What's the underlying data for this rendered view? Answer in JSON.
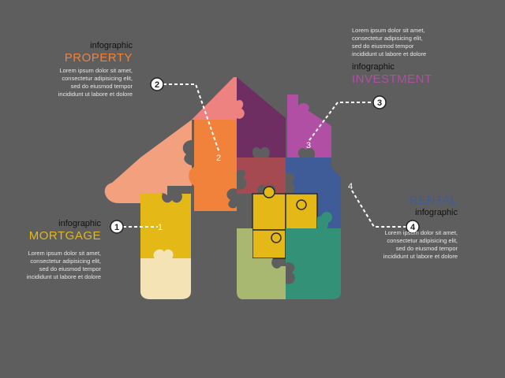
{
  "colors": {
    "background": "#5e5e5e",
    "property": "#f0823c",
    "investment": "#b04fa3",
    "rental": "#3f5c99",
    "mortgage": "#e4b817",
    "connector": "#ffffff"
  },
  "blocks": [
    {
      "id": "property",
      "small_label": "infographic",
      "title": "PROPERTY",
      "body": [
        "Lorem ipsum dolor sit amet,",
        "consectetur adipisicing elit,",
        "sed do eiusmod tempor",
        "incididunt ut labore et dolore"
      ]
    },
    {
      "id": "investment",
      "small_label": "infographic",
      "title": "INVESTMENT",
      "body": [
        "Lorem ipsum dolor sit amet,",
        "consectetur adipisicing elit,",
        "sed do eiusmod tempor",
        "incididunt ut labore et dolore"
      ]
    },
    {
      "id": "mortgage",
      "small_label": "infographic",
      "title": "MORTGAGE",
      "body": [
        "Lorem ipsum dolor sit amet,",
        "consectetur adipisicing elit,",
        "sed do eiusmod tempor",
        "incididunt ut labore et dolore"
      ]
    },
    {
      "id": "rental",
      "small_label": "infographic",
      "title": "RENTAL",
      "body": [
        "Lorem ipsum dolor sit amet,",
        "consectetur adipisicing elit,",
        "sed do eiusmod tempor",
        "incididunt ut labore et dolore"
      ]
    }
  ],
  "markers": [
    "1",
    "2",
    "3",
    "4"
  ],
  "inner_numbers": [
    "1",
    "2",
    "3",
    "4"
  ]
}
